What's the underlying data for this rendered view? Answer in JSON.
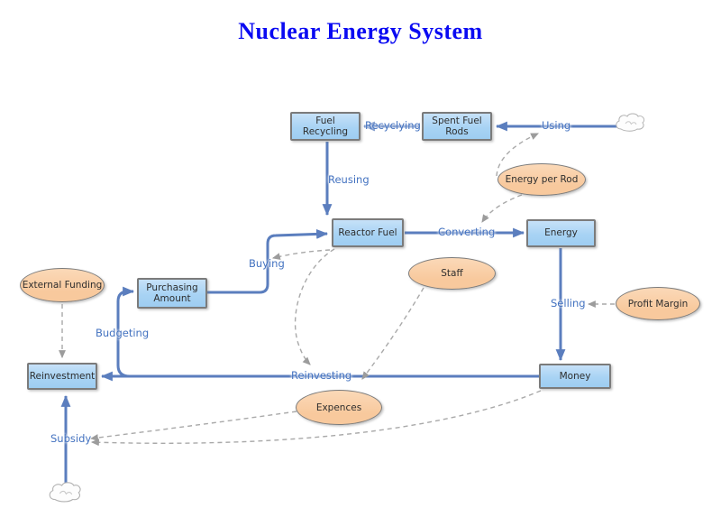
{
  "title": "Nuclear Energy System",
  "colors": {
    "title_blue": "#0a0af2",
    "box_fill": "#a8d3f4",
    "ellipse_fill": "#f8c99d",
    "shape_border": "#7b7b7b",
    "solid_arrow": "#5b7ebe",
    "dashed_arrow": "#a9a9a9",
    "flow_label_blue": "#4372c0"
  },
  "boxes": [
    {
      "id": "fuel-recycling",
      "label": "Fuel Recycling"
    },
    {
      "id": "spent-fuel-rods",
      "label": "Spent Fuel Rods"
    },
    {
      "id": "reactor-fuel",
      "label": "Reactor Fuel"
    },
    {
      "id": "energy",
      "label": "Energy"
    },
    {
      "id": "purchasing-amount",
      "label": "Purchasing Amount"
    },
    {
      "id": "reinvestment",
      "label": "Reinvestment"
    },
    {
      "id": "money",
      "label": "Money"
    }
  ],
  "ellipses": [
    {
      "id": "energy-per-rod",
      "label": "Energy per Rod"
    },
    {
      "id": "external-funding",
      "label": "External Funding"
    },
    {
      "id": "staff",
      "label": "Staff"
    },
    {
      "id": "profit-margin",
      "label": "Profit Margin"
    },
    {
      "id": "expences",
      "label": "Expences"
    }
  ],
  "flow_labels": [
    {
      "id": "using",
      "label": "Using"
    },
    {
      "id": "recyclying",
      "label": "Recyclying"
    },
    {
      "id": "reusing",
      "label": "Reusing"
    },
    {
      "id": "converting",
      "label": "Converting"
    },
    {
      "id": "buying",
      "label": "Buying"
    },
    {
      "id": "budgeting",
      "label": "Budgeting"
    },
    {
      "id": "selling",
      "label": "Selling"
    },
    {
      "id": "reinvesting",
      "label": "Reinvesting"
    },
    {
      "id": "subsidy",
      "label": "Subsidy"
    }
  ],
  "clouds": [
    {
      "id": "cloud-source-using",
      "position": "top-right"
    },
    {
      "id": "cloud-source-subsidy",
      "position": "bottom-left"
    }
  ],
  "edges": [
    {
      "from": "cloud-source-using",
      "to": "spent-fuel-rods",
      "label": "Using",
      "style": "solid"
    },
    {
      "from": "spent-fuel-rods",
      "to": "fuel-recycling",
      "label": "Recyclying",
      "style": "solid"
    },
    {
      "from": "fuel-recycling",
      "to": "reactor-fuel",
      "label": "Reusing",
      "style": "solid"
    },
    {
      "from": "reactor-fuel",
      "to": "energy",
      "label": "Converting",
      "style": "solid"
    },
    {
      "from": "energy",
      "to": "money",
      "label": "Selling",
      "style": "solid"
    },
    {
      "from": "money",
      "to": "reinvestment",
      "label": "Reinvesting",
      "style": "solid"
    },
    {
      "from": "reinvestment-flow",
      "to": "purchasing-amount",
      "label": "Budgeting",
      "style": "solid"
    },
    {
      "from": "purchasing-amount",
      "to": "reactor-fuel",
      "label": "Buying",
      "style": "solid"
    },
    {
      "from": "cloud-source-subsidy",
      "to": "reinvestment",
      "label": "Subsidy",
      "style": "solid"
    },
    {
      "from": "external-funding",
      "to": "reinvestment",
      "label": "",
      "style": "dashed"
    },
    {
      "from": "energy-per-rod",
      "to": "using",
      "label": "",
      "style": "dashed"
    },
    {
      "from": "energy-per-rod",
      "to": "converting",
      "label": "",
      "style": "dashed"
    },
    {
      "from": "profit-margin",
      "to": "selling",
      "label": "",
      "style": "dashed"
    },
    {
      "from": "staff",
      "to": "expences",
      "label": "",
      "style": "dashed"
    },
    {
      "from": "reactor-fuel",
      "to": "buying",
      "label": "",
      "style": "dashed"
    },
    {
      "from": "reactor-fuel",
      "to": "reinvesting",
      "label": "",
      "style": "dashed"
    },
    {
      "from": "expences",
      "to": "subsidy",
      "label": "",
      "style": "dashed"
    },
    {
      "from": "money",
      "to": "subsidy",
      "label": "",
      "style": "dashed"
    }
  ]
}
